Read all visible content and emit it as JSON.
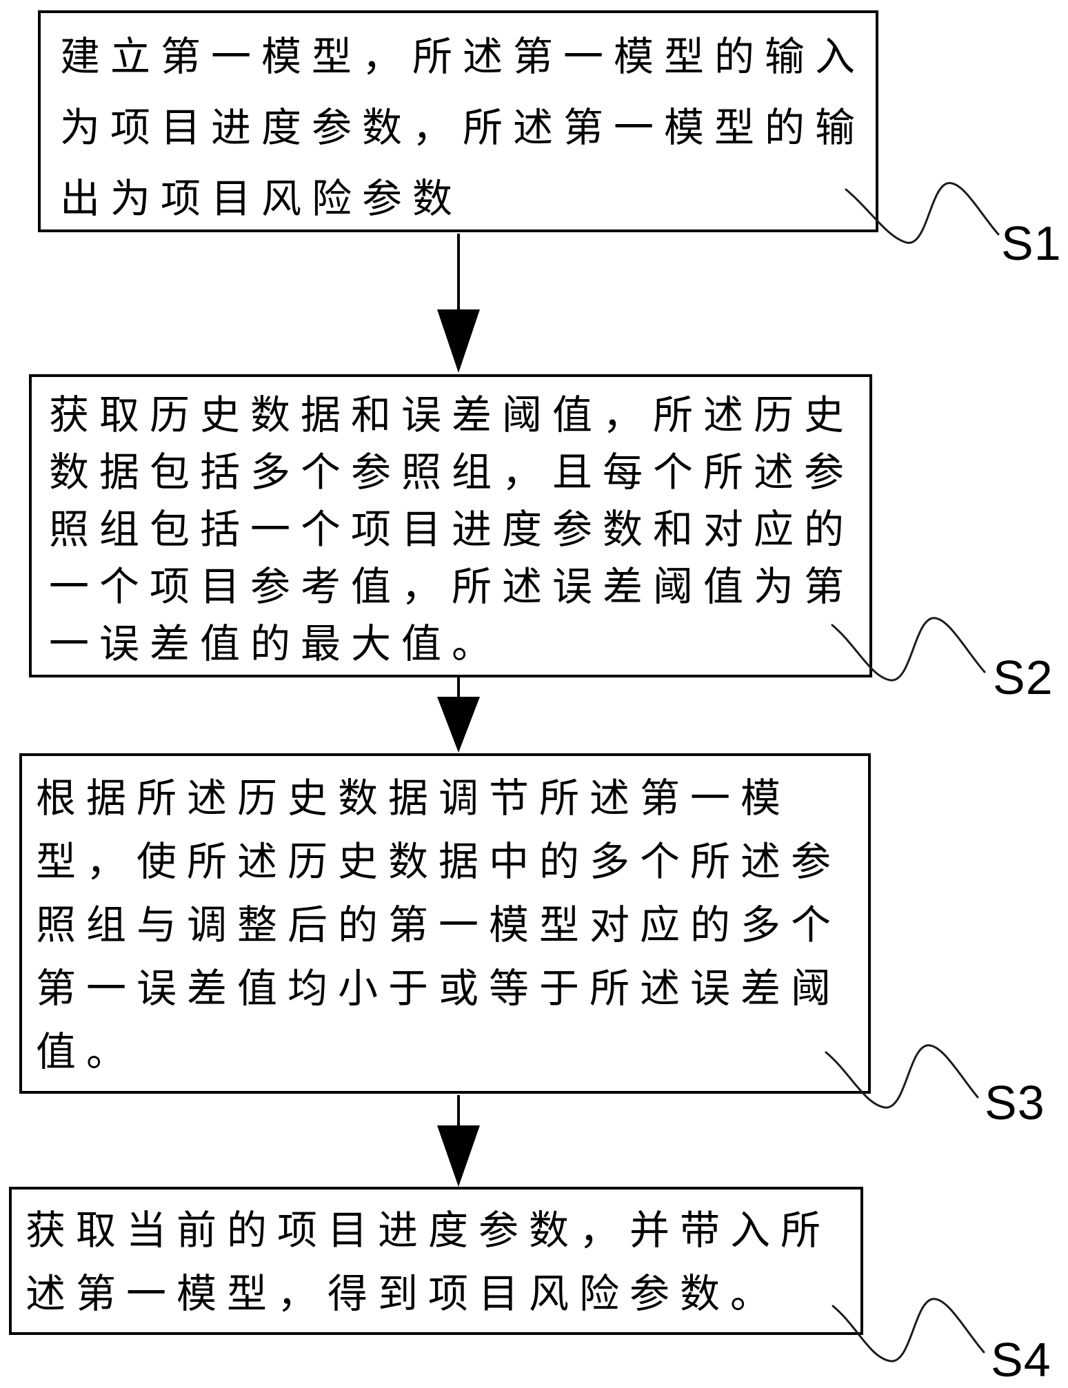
{
  "diagram": {
    "type": "flowchart",
    "direction": "top-down",
    "colors": {
      "ink": "#000000",
      "background": "#ffffff"
    },
    "steps": [
      {
        "label": "S1",
        "lines": [
          "建立第一模型，所述第一模型的输入",
          "为项目进度参数，所述第一模型的输",
          "出为项目风险参数"
        ],
        "text": "建立第一模型，所述第一模型的输入为项目进度参数，所述第一模型的输出为项目风险参数"
      },
      {
        "label": "S2",
        "lines": [
          "获取历史数据和误差阈值，所述历史",
          "数据包括多个参照组，且每个所述参",
          "照组包括一个项目进度参数和对应的",
          "一个项目参考值，所述误差阈值为第",
          "一误差值的最大值。"
        ],
        "text": "获取历史数据和误差阈值，所述历史数据包括多个参照组，且每个所述参照组包括一个项目进度参数和对应的一个项目参考值，所述误差阈值为第一误差值的最大值。"
      },
      {
        "label": "S3",
        "lines": [
          "根据所述历史数据调节所述第一模",
          "型，使所述历史数据中的多个所述参",
          "照组与调整后的第一模型对应的多个",
          "第一误差值均小于或等于所述误差阈",
          "值。"
        ],
        "text": "根据所述历史数据调节所述第一模型，使所述历史数据中的多个所述参照组与调整后的第一模型对应的多个第一误差值均小于或等于所述误差阈值。"
      },
      {
        "label": "S4",
        "lines": [
          "获取当前的项目进度参数，并带入所",
          "述第一模型，得到项目风险参数。"
        ],
        "text": "获取当前的项目进度参数，并带入所述第一模型，得到项目风险参数。"
      }
    ]
  }
}
